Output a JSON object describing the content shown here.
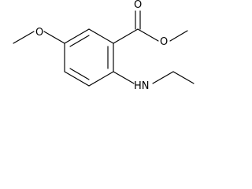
{
  "diagram": {
    "type": "chemical-structure",
    "atom_labels": {
      "carbonyl_oxygen": "O",
      "ester_oxygen": "O",
      "methoxy_oxygen": "O",
      "amine_nitrogen": "HN"
    },
    "colors": {
      "background": "#ffffff",
      "ink": "#000000"
    }
  }
}
